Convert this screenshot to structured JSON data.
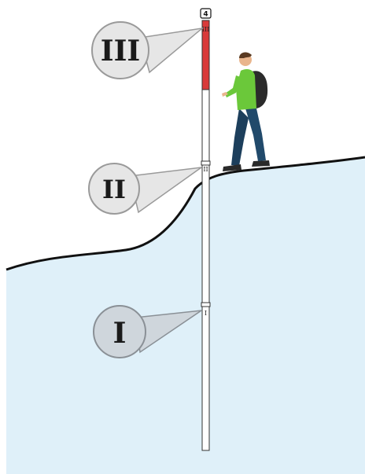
{
  "pole": {
    "top_tag": "4",
    "segment_marks": [
      "I",
      "II",
      "III"
    ],
    "colors": {
      "red_segment": "#d93a3a",
      "pole_body": "#ffffff",
      "outline": "#333333"
    }
  },
  "callouts": [
    {
      "id": "III",
      "label": "III"
    },
    {
      "id": "II",
      "label": "II"
    },
    {
      "id": "I",
      "label": "I"
    }
  ],
  "scene": {
    "colors": {
      "water": "#dff0f9",
      "ground_line": "#111111",
      "bubble_fill": "#e6e6e6",
      "bubble_stroke": "#9a9a9a"
    },
    "figure": "hiker-with-backpack"
  }
}
